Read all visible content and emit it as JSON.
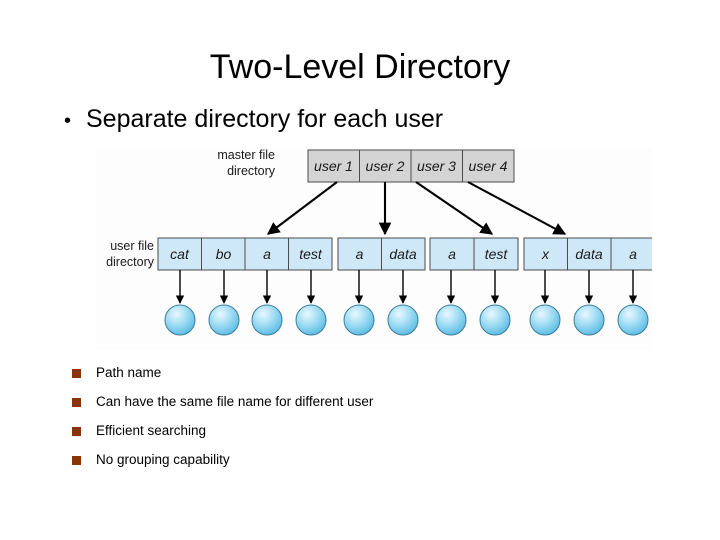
{
  "slide": {
    "title": "Two-Level Directory",
    "lead_bullet": {
      "marker": "bullet-dot",
      "text": "Separate directory for each user"
    },
    "sub_bullets": [
      {
        "marker": "square-marker",
        "text": "Path name"
      },
      {
        "marker": "square-marker",
        "text": "Can have the same file name for different user"
      },
      {
        "marker": "square-marker",
        "text": "Efficient searching"
      },
      {
        "marker": "square-marker",
        "text": "No grouping capability"
      }
    ]
  },
  "figure": {
    "labels": {
      "master_line1": "master file",
      "master_line2": "directory",
      "user_line1": "user file",
      "user_line2": "directory"
    },
    "master_directory": {
      "cells": [
        "user 1",
        "user 2",
        "user 3",
        "user 4"
      ]
    },
    "user_directories": [
      {
        "owner": "user 1",
        "files": [
          "cat",
          "bo",
          "a",
          "test"
        ]
      },
      {
        "owner": "user 2",
        "files": [
          "a",
          "data"
        ]
      },
      {
        "owner": "user 3",
        "files": [
          "a",
          "test"
        ]
      },
      {
        "owner": "user 4",
        "files": [
          "x",
          "data",
          "a"
        ]
      }
    ],
    "file_node_count": 11,
    "colors": {
      "master_box_fill": "#d4d4d4",
      "user_box_fill": "#cfe8f7",
      "node_fill": "#7fd0f0",
      "box_stroke": "#4c4c4c",
      "arrow": "#000000",
      "background": "#fdfdfd"
    }
  },
  "theme": {
    "page_background": "#ffffff",
    "text_color": "#000000",
    "sub_marker_color": "#8a3309"
  }
}
